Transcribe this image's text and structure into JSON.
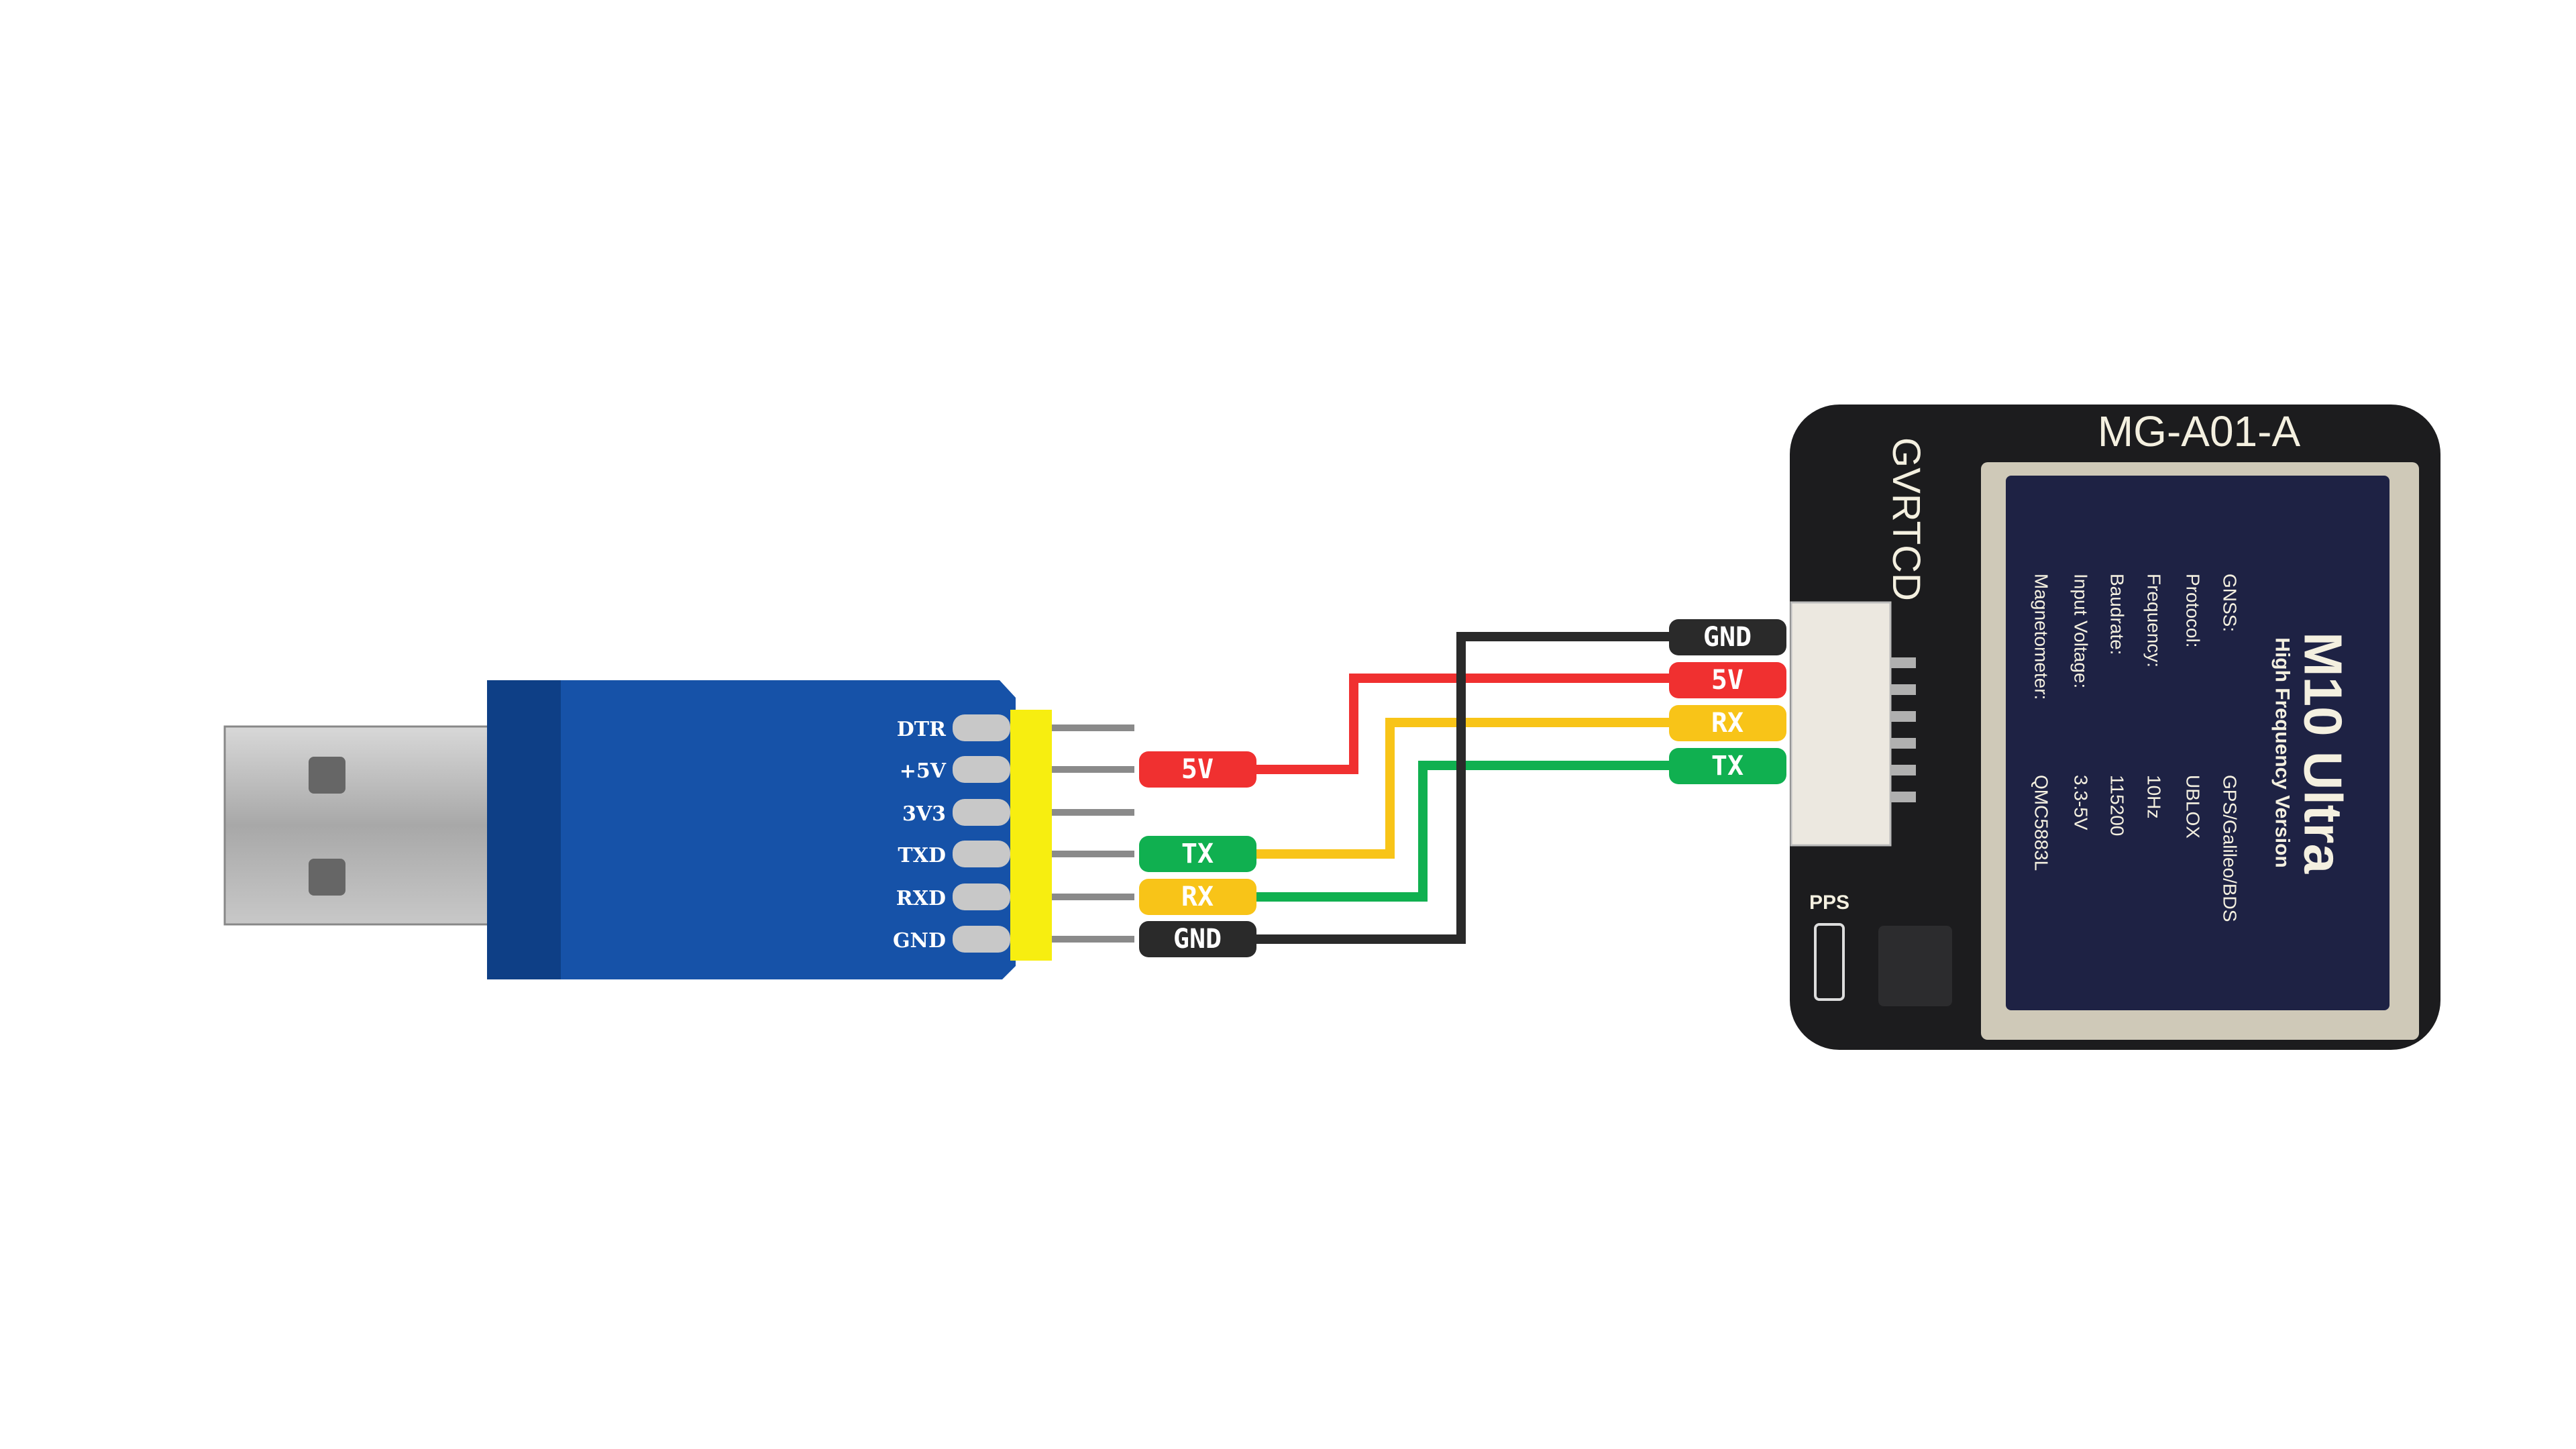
{
  "title": "USB to TTL adapter wiring to GPS module",
  "usb_adapter": {
    "pins": [
      "DTR",
      "+5V",
      "3V3",
      "TXD",
      "RXD",
      "GND"
    ]
  },
  "left_labels": [
    {
      "text": "5V",
      "color": "#f03030"
    },
    {
      "text": "TX",
      "color": "#10b050"
    },
    {
      "text": "RX",
      "color": "#f8c418"
    },
    {
      "text": "GND",
      "color": "#2a2a2a"
    }
  ],
  "right_labels": [
    {
      "text": "GND",
      "color": "#2a2a2a"
    },
    {
      "text": "5V",
      "color": "#f03030"
    },
    {
      "text": "RX",
      "color": "#f8c418"
    },
    {
      "text": "TX",
      "color": "#10b050"
    }
  ],
  "gps_module": {
    "model": "MG-A01-A",
    "brand": "GVRTCD",
    "led_label": "PPS",
    "chip_title": "M10 Ultra",
    "chip_subtitle": "High Frequency Version",
    "specs": [
      {
        "label": "GNSS:",
        "value": "GPS/Galileo/BDS"
      },
      {
        "label": "Protocol:",
        "value": "UBLOX"
      },
      {
        "label": "Frequency:",
        "value": "10Hz"
      },
      {
        "label": "Baudrate:",
        "value": "115200"
      },
      {
        "label": "Input Voltage:",
        "value": "3.3-5V"
      },
      {
        "label": "Magnetometer:",
        "value": "QMC5883L"
      }
    ]
  }
}
